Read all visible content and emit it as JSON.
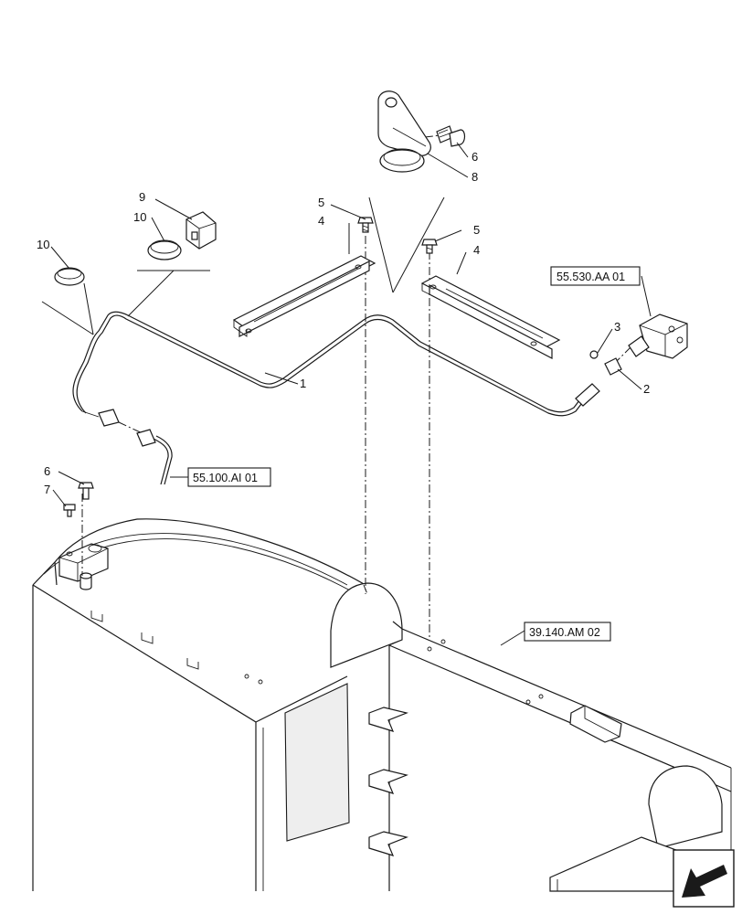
{
  "callouts": {
    "c1": "1",
    "c2": "2",
    "c3": "3",
    "c4a": "4",
    "c4b": "4",
    "c5a": "5",
    "c5b": "5",
    "c6a": "6",
    "c6b": "6",
    "c7": "7",
    "c8": "8",
    "c9": "9",
    "c10a": "10",
    "c10b": "10"
  },
  "references": {
    "ref_55530": "55.530.AA 01",
    "ref_55100": "55.100.AI 01",
    "ref_39140": "39.140.AM 02"
  },
  "icons": {
    "nav": "arrow-bottom-left-icon"
  }
}
